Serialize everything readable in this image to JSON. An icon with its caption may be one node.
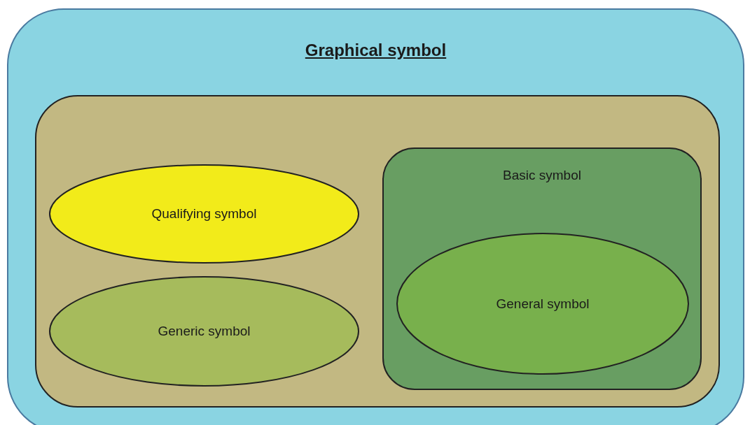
{
  "diagram": {
    "nodes": [
      {
        "text": [
          "Graphical symbol"
        ]
      },
      {
        "text": [],
        "shape": "box",
        "in": 0
      },
      {
        "text": [
          "Qualifying symbol"
        ],
        "in": 1
      },
      {
        "text": [
          "Generic symbol"
        ],
        "in": 1
      },
      {
        "text": [
          "Basic symbol"
        ],
        "in": 1
      },
      {
        "text": [
          "General symbol"
        ],
        "in": 4
      }
    ]
  }
}
